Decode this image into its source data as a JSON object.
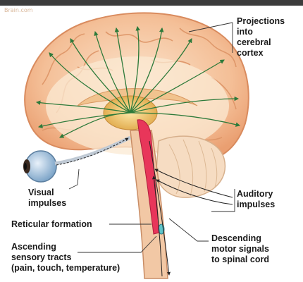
{
  "watermark": "Brain.com",
  "labels": {
    "projections": [
      "Projections",
      "into",
      "cerebral",
      "cortex"
    ],
    "visual": [
      "Visual",
      "impulses"
    ],
    "auditory": [
      "Auditory",
      "impulses"
    ],
    "reticular": "Reticular formation",
    "descending": [
      "Descending",
      "motor signals",
      "to spinal cord"
    ],
    "ascending": [
      "Ascending",
      "sensory tracts",
      "(pain, touch, temperature)"
    ]
  },
  "colors": {
    "cortex": "#f3b88f",
    "cortex_outline": "#d98b5e",
    "arrow": "#2d7a3a",
    "reticular": "#e8365a",
    "eye": "#7fa6c9",
    "cerebellum": "#f6dcc2"
  }
}
